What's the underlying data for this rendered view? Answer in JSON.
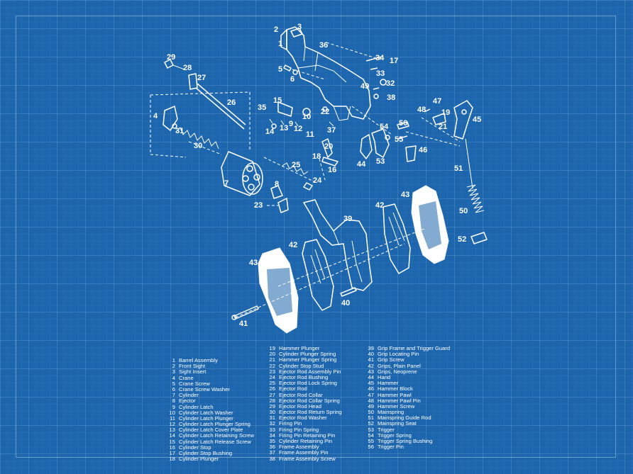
{
  "diagram": {
    "labels": [
      "1",
      "2",
      "3",
      "4",
      "5",
      "6",
      "7",
      "8",
      "9",
      "10",
      "11",
      "12",
      "13",
      "14",
      "15",
      "16",
      "17",
      "18",
      "19",
      "20",
      "21",
      "22",
      "23",
      "24",
      "25",
      "26",
      "27",
      "28",
      "29",
      "30",
      "31",
      "32",
      "33",
      "34",
      "35",
      "36",
      "37",
      "38",
      "39",
      "40",
      "41",
      "42",
      "42",
      "43",
      "43",
      "44",
      "45",
      "46",
      "47",
      "48",
      "49",
      "50",
      "51",
      "52",
      "53",
      "54",
      "55",
      "56"
    ]
  },
  "legend": [
    {
      "num": "1",
      "name": "Barrel Assembly"
    },
    {
      "num": "2",
      "name": "Front Sight"
    },
    {
      "num": "3",
      "name": "Sight Insert"
    },
    {
      "num": "4",
      "name": "Crane"
    },
    {
      "num": "5",
      "name": "Crane Screw"
    },
    {
      "num": "6",
      "name": "Crane Screw Washer"
    },
    {
      "num": "7",
      "name": "Cylinder"
    },
    {
      "num": "8",
      "name": "Ejector"
    },
    {
      "num": "9",
      "name": "Cylinder Latch"
    },
    {
      "num": "10",
      "name": "Cylinder Latch Washer"
    },
    {
      "num": "11",
      "name": "Cylinder Latch Plunger"
    },
    {
      "num": "12",
      "name": "Cylinder Latch Plunger Spring"
    },
    {
      "num": "13",
      "name": "Cylinder Latch Cover Plate"
    },
    {
      "num": "14",
      "name": "Cylinder Latch Retaining Screw"
    },
    {
      "num": "15",
      "name": "Cylinder Latch Release Screw"
    },
    {
      "num": "16",
      "name": "Cylinder Stop"
    },
    {
      "num": "17",
      "name": "Cylinder Stop Bushing"
    },
    {
      "num": "18",
      "name": "Cylinder Plunger"
    },
    {
      "num": "19",
      "name": "Hammer Plunger"
    },
    {
      "num": "20",
      "name": "Cylinder Plunger Spring"
    },
    {
      "num": "21",
      "name": "Hammer Plunger Spring"
    },
    {
      "num": "22",
      "name": "Cylinder Stop Stud"
    },
    {
      "num": "23",
      "name": "Ejector Rod Assembly Pin"
    },
    {
      "num": "24",
      "name": "Ejector Rod Bushing"
    },
    {
      "num": "25",
      "name": "Ejector Rod Lock Spring"
    },
    {
      "num": "26",
      "name": "Ejector Rod"
    },
    {
      "num": "27",
      "name": "Ejector Rod Collar"
    },
    {
      "num": "28",
      "name": "Ejector Rod Collar Spring"
    },
    {
      "num": "29",
      "name": "Ejector Rod Head"
    },
    {
      "num": "30",
      "name": "Ejector Rod Return Spring"
    },
    {
      "num": "31",
      "name": "Ejector Rod Washer"
    },
    {
      "num": "32",
      "name": "Firing Pin"
    },
    {
      "num": "33",
      "name": "Firing Pin Spring"
    },
    {
      "num": "34",
      "name": "Firing Pin Retaining Pin"
    },
    {
      "num": "35",
      "name": "Cylinder Retaining Pin"
    },
    {
      "num": "36",
      "name": "Frame Assembly"
    },
    {
      "num": "37",
      "name": "Frame Assembly Pin"
    },
    {
      "num": "38",
      "name": "Frame Assembly Screw"
    },
    {
      "num": "39",
      "name": "Grip Frame and Trigger Guard"
    },
    {
      "num": "40",
      "name": "Grip Locating Pin"
    },
    {
      "num": "41",
      "name": "Grip Screw"
    },
    {
      "num": "42",
      "name": "Grips, Plain Panel"
    },
    {
      "num": "43",
      "name": "Grips, Neoprene"
    },
    {
      "num": "44",
      "name": "Hand"
    },
    {
      "num": "45",
      "name": "Hammer"
    },
    {
      "num": "46",
      "name": "Hammer Block"
    },
    {
      "num": "47",
      "name": "Hammer Pawl"
    },
    {
      "num": "48",
      "name": "Hammer Pawl Pin"
    },
    {
      "num": "49",
      "name": "Hammer Screw"
    },
    {
      "num": "50",
      "name": "Mainspring"
    },
    {
      "num": "51",
      "name": "Mainspring Guide Rod"
    },
    {
      "num": "52",
      "name": "Mainspring Seat"
    },
    {
      "num": "53",
      "name": "Trigger"
    },
    {
      "num": "54",
      "name": "Trigger Spring"
    },
    {
      "num": "55",
      "name": "Trigger Spring Bushing"
    },
    {
      "num": "56",
      "name": "Trigger Pin"
    }
  ]
}
